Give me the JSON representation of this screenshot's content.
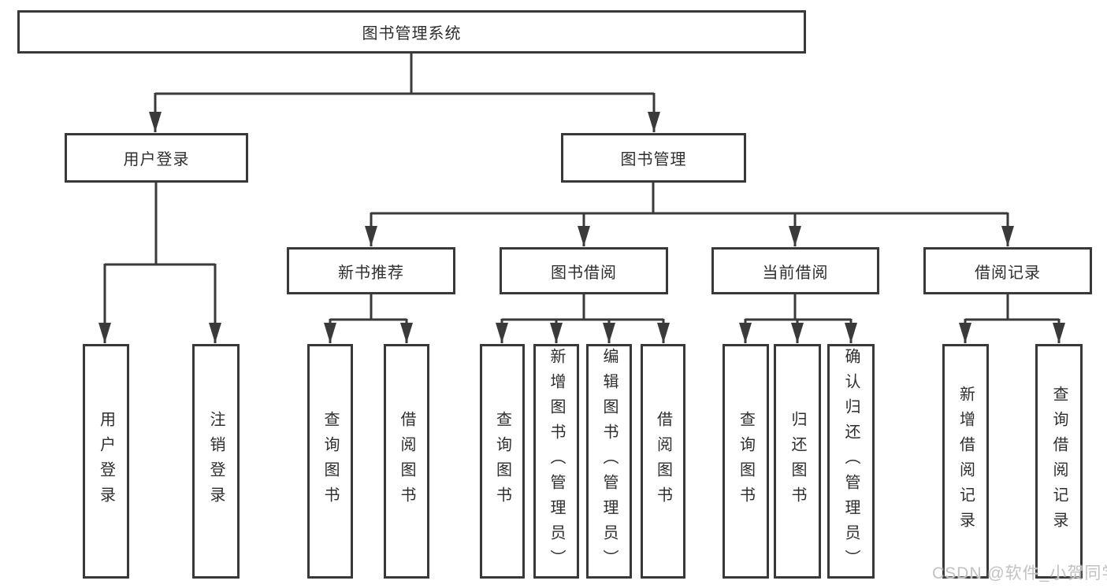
{
  "colors": {
    "line": "#3a3a3a",
    "border": "#393939",
    "text": "#2e2e2e",
    "watermark": "#c2c2c2",
    "background": "#ffffff"
  },
  "watermark": "CSDN @软件_小贺同学",
  "tree": {
    "root": {
      "label": "图书管理系统"
    },
    "children": [
      {
        "label": "用户登录",
        "children": [
          {
            "label": "用户登录"
          },
          {
            "label": "注销登录"
          }
        ]
      },
      {
        "label": "图书管理",
        "children": [
          {
            "label": "新书推荐",
            "children": [
              {
                "label": "查询图书"
              },
              {
                "label": "借阅图书"
              }
            ]
          },
          {
            "label": "图书借阅",
            "children": [
              {
                "label": "查询图书"
              },
              {
                "label": "新增图书（管理员）"
              },
              {
                "label": "编辑图书（管理员）"
              },
              {
                "label": "借阅图书"
              }
            ]
          },
          {
            "label": "当前借阅",
            "children": [
              {
                "label": "查询图书"
              },
              {
                "label": "归还图书"
              },
              {
                "label": "确认归还（管理员）"
              }
            ]
          },
          {
            "label": "借阅记录",
            "children": [
              {
                "label": "新增借阅记录"
              },
              {
                "label": "查询借阅记录"
              }
            ]
          }
        ]
      }
    ]
  }
}
